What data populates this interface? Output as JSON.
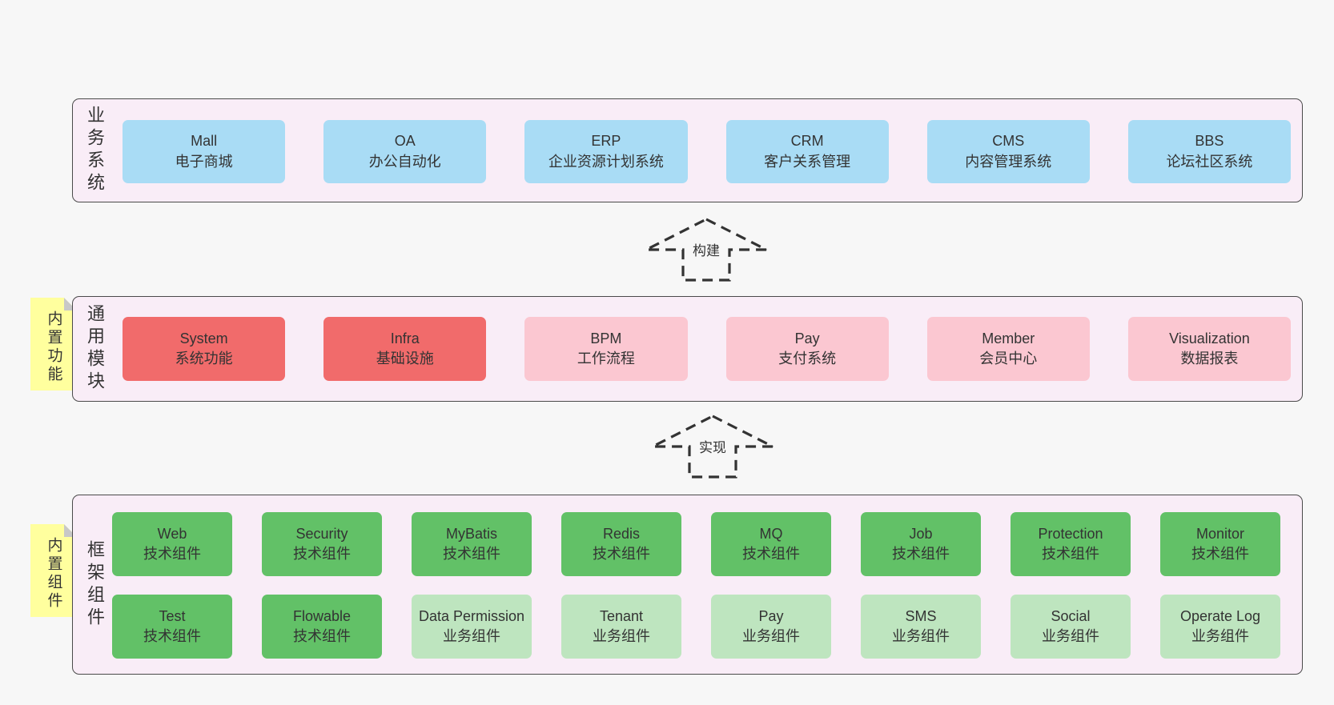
{
  "colors": {
    "page_bg": "#f7f7f7",
    "panel_bg": "#f9edf7",
    "panel_border": "#4a4a4a",
    "box_blue": "#a9dcf5",
    "box_red": "#f16b6b",
    "box_pink": "#fbc7d1",
    "box_green": "#62c167",
    "box_green_light": "#bee5bf",
    "note_yellow": "#ffff9e",
    "note_fold": "#c8c8c8",
    "text": "#333333",
    "arrow": "#333333"
  },
  "arrows": [
    {
      "label": "构建"
    },
    {
      "label": "实现"
    }
  ],
  "layers": [
    {
      "label": "业务系统",
      "boxes": [
        {
          "title": "Mall",
          "subtitle": "电子商城"
        },
        {
          "title": "OA",
          "subtitle": "办公自动化"
        },
        {
          "title": "ERP",
          "subtitle": "企业资源计划系统"
        },
        {
          "title": "CRM",
          "subtitle": "客户关系管理"
        },
        {
          "title": "CMS",
          "subtitle": "内容管理系统"
        },
        {
          "title": "BBS",
          "subtitle": "论坛社区系统"
        }
      ]
    },
    {
      "label": "通用模块",
      "note": "内置功能",
      "boxes": [
        {
          "title": "System",
          "subtitle": "系统功能"
        },
        {
          "title": "Infra",
          "subtitle": "基础设施"
        },
        {
          "title": "BPM",
          "subtitle": "工作流程"
        },
        {
          "title": "Pay",
          "subtitle": "支付系统"
        },
        {
          "title": "Member",
          "subtitle": "会员中心"
        },
        {
          "title": "Visualization",
          "subtitle": "数据报表"
        }
      ]
    },
    {
      "label": "框架组件",
      "note": "内置组件",
      "rows": [
        [
          {
            "title": "Web",
            "subtitle": "技术组件"
          },
          {
            "title": "Security",
            "subtitle": "技术组件"
          },
          {
            "title": "MyBatis",
            "subtitle": "技术组件"
          },
          {
            "title": "Redis",
            "subtitle": "技术组件"
          },
          {
            "title": "MQ",
            "subtitle": "技术组件"
          },
          {
            "title": "Job",
            "subtitle": "技术组件"
          },
          {
            "title": "Protection",
            "subtitle": "技术组件"
          },
          {
            "title": "Monitor",
            "subtitle": "技术组件"
          }
        ],
        [
          {
            "title": "Test",
            "subtitle": "技术组件"
          },
          {
            "title": "Flowable",
            "subtitle": "技术组件"
          },
          {
            "title": "Data Permission",
            "subtitle": "业务组件"
          },
          {
            "title": "Tenant",
            "subtitle": "业务组件"
          },
          {
            "title": "Pay",
            "subtitle": "业务组件"
          },
          {
            "title": "SMS",
            "subtitle": "业务组件"
          },
          {
            "title": "Social",
            "subtitle": "业务组件"
          },
          {
            "title": "Operate Log",
            "subtitle": "业务组件"
          }
        ]
      ]
    }
  ]
}
